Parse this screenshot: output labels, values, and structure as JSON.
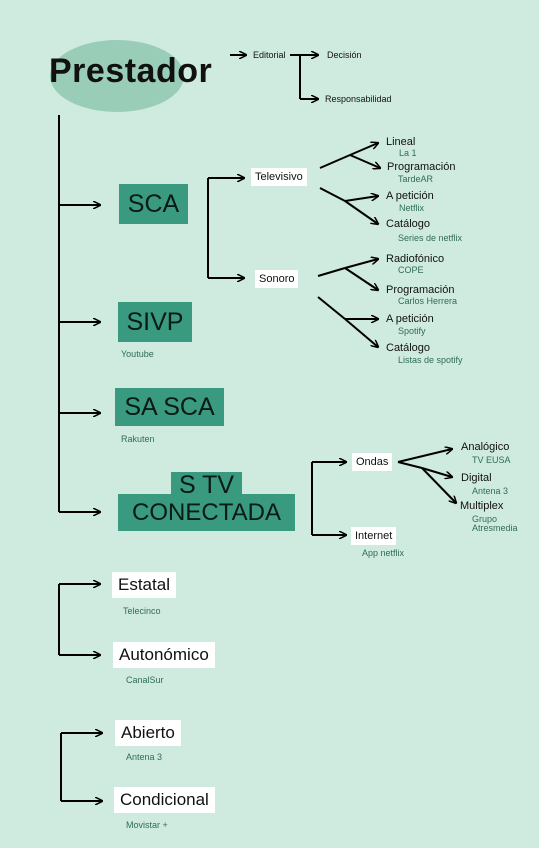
{
  "title": "Prestador",
  "top_branches": {
    "editorial": "Editorial",
    "decision": "Decisión",
    "responsabilidad": "Responsabilidad"
  },
  "sca": {
    "label": "SCA",
    "televisivo": {
      "label": "Televisivo",
      "items": [
        {
          "label": "Lineal",
          "example": "La 1"
        },
        {
          "label": "Programación",
          "example": "TardeAR"
        },
        {
          "label": "A petición",
          "example": "Netflix"
        },
        {
          "label": "Catálogo",
          "example": "Series de netflix"
        }
      ]
    },
    "sonoro": {
      "label": "Sonoro",
      "items": [
        {
          "label": "Radiofónico",
          "example": "COPE"
        },
        {
          "label": "Programación",
          "example": "Carlos Herrera"
        },
        {
          "label": "A petición",
          "example": "Spotify"
        },
        {
          "label": "Catálogo",
          "example": "Listas de spotify"
        }
      ]
    }
  },
  "sivp": {
    "label": "SIVP",
    "example": "Youtube"
  },
  "sasca": {
    "label": "SA SCA",
    "example": "Rakuten"
  },
  "stv": {
    "line1": "S TV",
    "line2": "CONECTADA",
    "ondas": {
      "label": "Ondas",
      "items": [
        {
          "label": "Analógico",
          "example": "TV EUSA"
        },
        {
          "label": "Digital",
          "example": "Antena 3"
        },
        {
          "label": "Multiplex",
          "example": "Grupo Atresmedia"
        }
      ]
    },
    "internet": {
      "label": "Internet",
      "example": "App netflix"
    }
  },
  "titularidad": [
    {
      "label": "Estatal",
      "example": "Telecinco"
    },
    {
      "label": "Autonómico",
      "example": "CanalSur"
    }
  ],
  "acceso": [
    {
      "label": "Abierto",
      "example": "Antena 3"
    },
    {
      "label": "Condicional",
      "example": "Movistar +"
    }
  ]
}
